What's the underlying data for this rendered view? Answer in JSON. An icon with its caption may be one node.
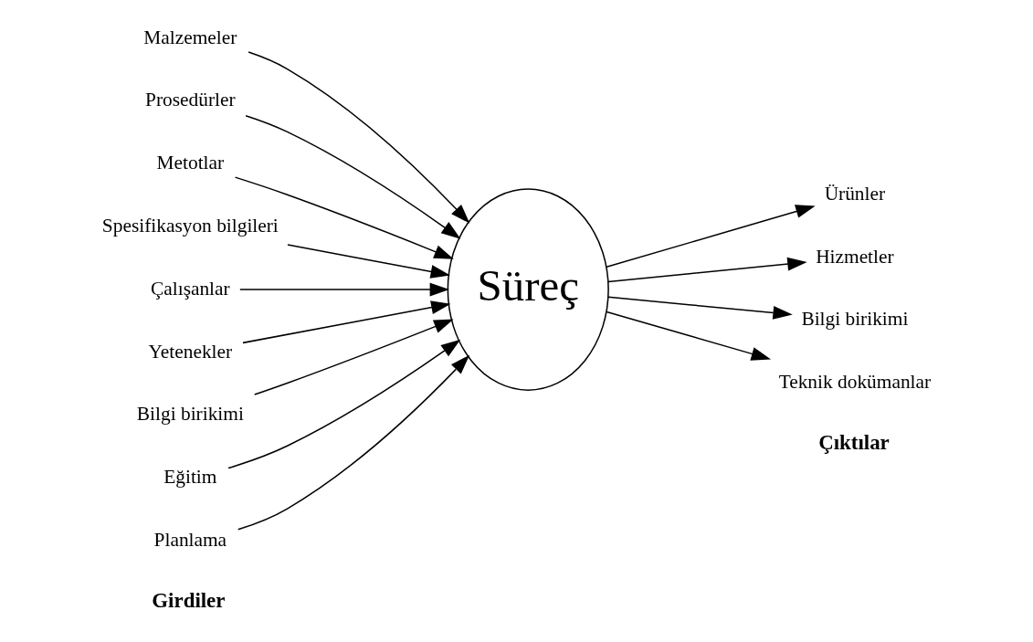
{
  "diagram": {
    "nodes": [
      {
        "text": [
          "Malzemeler"
        ]
      },
      {
        "text": [
          "Prosedürler"
        ]
      },
      {
        "text": [
          "Metotlar"
        ]
      },
      {
        "text": [
          "Spesifikasyon bilgileri"
        ]
      },
      {
        "text": [
          "Çalışanlar"
        ]
      },
      {
        "text": [
          "Yetenekler"
        ]
      },
      {
        "text": [
          "Bilgi birikimi"
        ]
      },
      {
        "text": [
          "Eğitim"
        ]
      },
      {
        "text": [
          "Planlama"
        ]
      },
      {
        "text": [
          "Süreç"
        ]
      },
      {
        "text": [
          "Ürünler"
        ]
      },
      {
        "text": [
          "Hizmetler"
        ]
      },
      {
        "text": [
          "Bilgi birikimi"
        ]
      },
      {
        "text": [
          "Teknik dokümanlar"
        ]
      }
    ],
    "edges": [
      {
        "from": 0,
        "to": 9,
        "arrow": "to"
      },
      {
        "from": 1,
        "to": 9,
        "arrow": "to"
      },
      {
        "from": 2,
        "to": 9,
        "arrow": "to"
      },
      {
        "from": 3,
        "to": 9,
        "arrow": "to"
      },
      {
        "from": 4,
        "to": 9,
        "arrow": "to"
      },
      {
        "from": 5,
        "to": 9,
        "arrow": "to"
      },
      {
        "from": 6,
        "to": 9,
        "arrow": "to"
      },
      {
        "from": 7,
        "to": 9,
        "arrow": "to"
      },
      {
        "from": 8,
        "to": 9,
        "arrow": "to"
      },
      {
        "from": 9,
        "to": 10,
        "arrow": "to"
      },
      {
        "from": 9,
        "to": 11,
        "arrow": "to"
      },
      {
        "from": 9,
        "to": 12,
        "arrow": "to"
      },
      {
        "from": 9,
        "to": 13,
        "arrow": "to"
      }
    ],
    "labels": [
      "Girdiler",
      "Çıktılar"
    ]
  }
}
